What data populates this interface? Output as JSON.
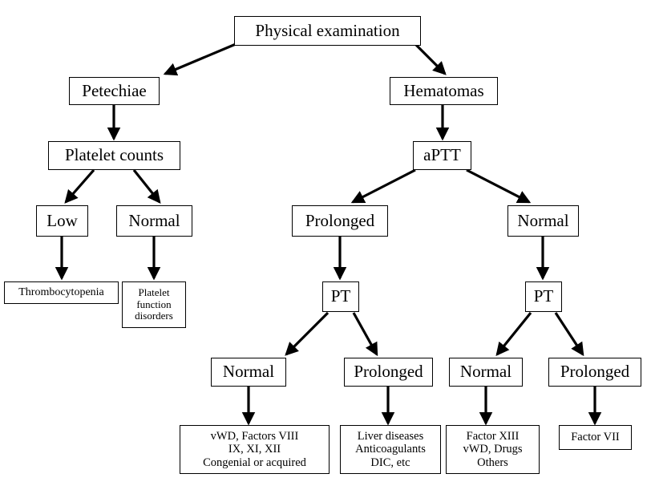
{
  "diagram": {
    "title": "Physical examination bleeding-disorder diagnostic flowchart",
    "stroke_color": "#000000",
    "background_color": "#ffffff",
    "nodes": {
      "physical_examination": "Physical examination",
      "petechiae": "Petechiae",
      "hematomas": "Hematomas",
      "platelet_counts": "Platelet counts",
      "aptt": "aPTT",
      "platelet_low": "Low",
      "platelet_normal": "Normal",
      "aptt_prolonged": "Prolonged",
      "aptt_normal": "Normal",
      "thrombocytopenia": "Thrombocytopenia",
      "platelet_function_disorders": "Platelet\nfunction\ndisorders",
      "pt_left": "PT",
      "pt_right": "PT",
      "pt_left_normal": "Normal",
      "pt_left_prolonged": "Prolonged",
      "pt_right_normal": "Normal",
      "pt_right_prolonged": "Prolonged",
      "result_vwd_factors": "vWD, Factors VIII\nIX, XI, XII\nCongenial or acquired",
      "result_liver": "Liver diseases\nAnticoagulants\nDIC, etc",
      "result_factor_xiii": "Factor XIII\nvWD, Drugs\nOthers",
      "result_factor_vii": "Factor VII"
    }
  }
}
